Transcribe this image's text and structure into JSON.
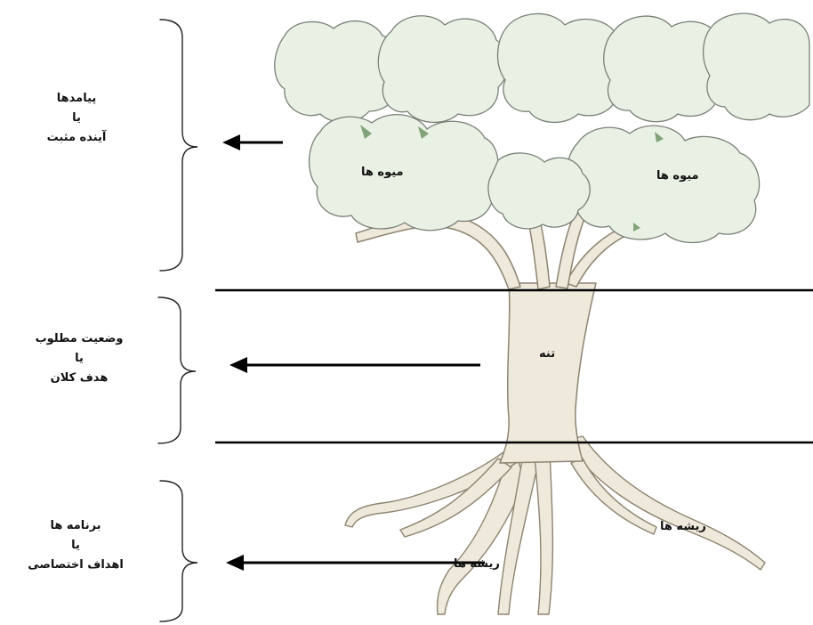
{
  "sections": {
    "top": {
      "line1": "پیامدها",
      "line2": "یا",
      "line3": "آینده مثبت"
    },
    "middle": {
      "line1": "وضعیت مطلوب",
      "line2": "یا",
      "line3": "هدف کلان"
    },
    "bottom": {
      "line1": "برنامه ها",
      "line2": "یا",
      "line3": "اهداف اختصاصی"
    }
  },
  "tree_labels": {
    "fruit_left": "میوه ها",
    "fruit_right": "میوه ها",
    "trunk": "تنه",
    "root_left": "ریشه ها",
    "root_right": "ریشه ها"
  },
  "colors": {
    "line": "#000000",
    "foliage": "#e9f1e4",
    "foliage_stroke": "#7a7f78",
    "bark": "#efe9dc",
    "bark_stroke": "#8d8470"
  }
}
